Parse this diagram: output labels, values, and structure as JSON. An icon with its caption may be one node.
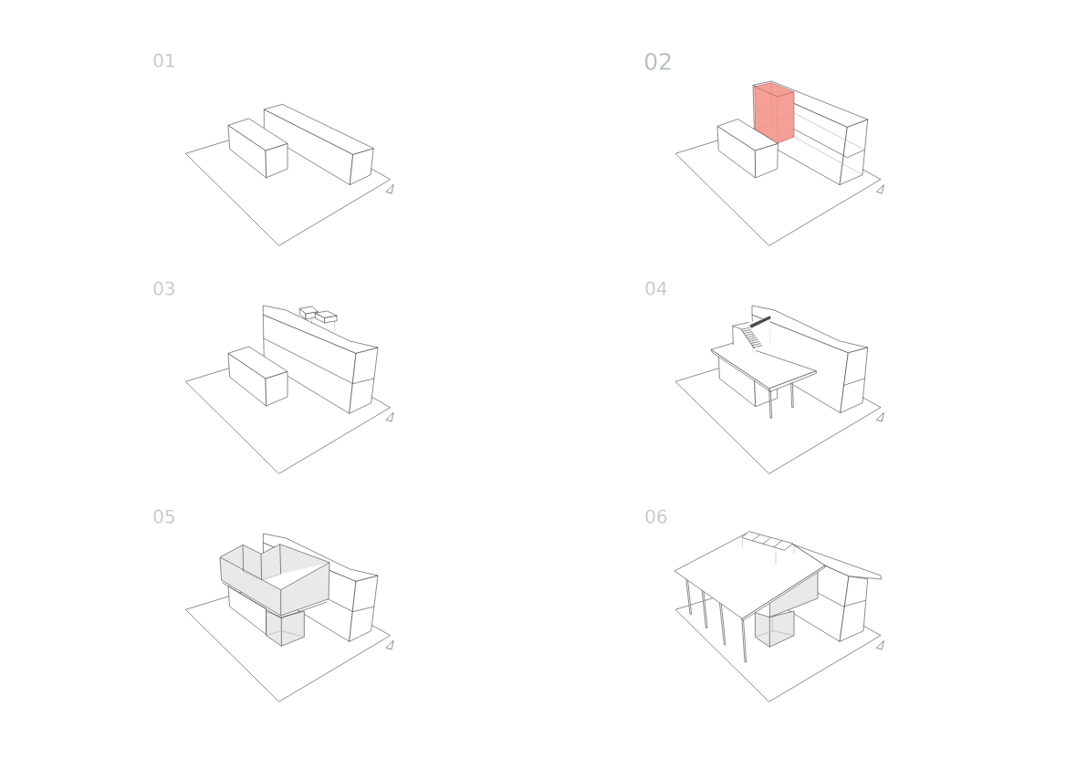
{
  "diagram": {
    "labels": [
      "01",
      "02",
      "03",
      "04",
      "05",
      "06"
    ]
  }
}
